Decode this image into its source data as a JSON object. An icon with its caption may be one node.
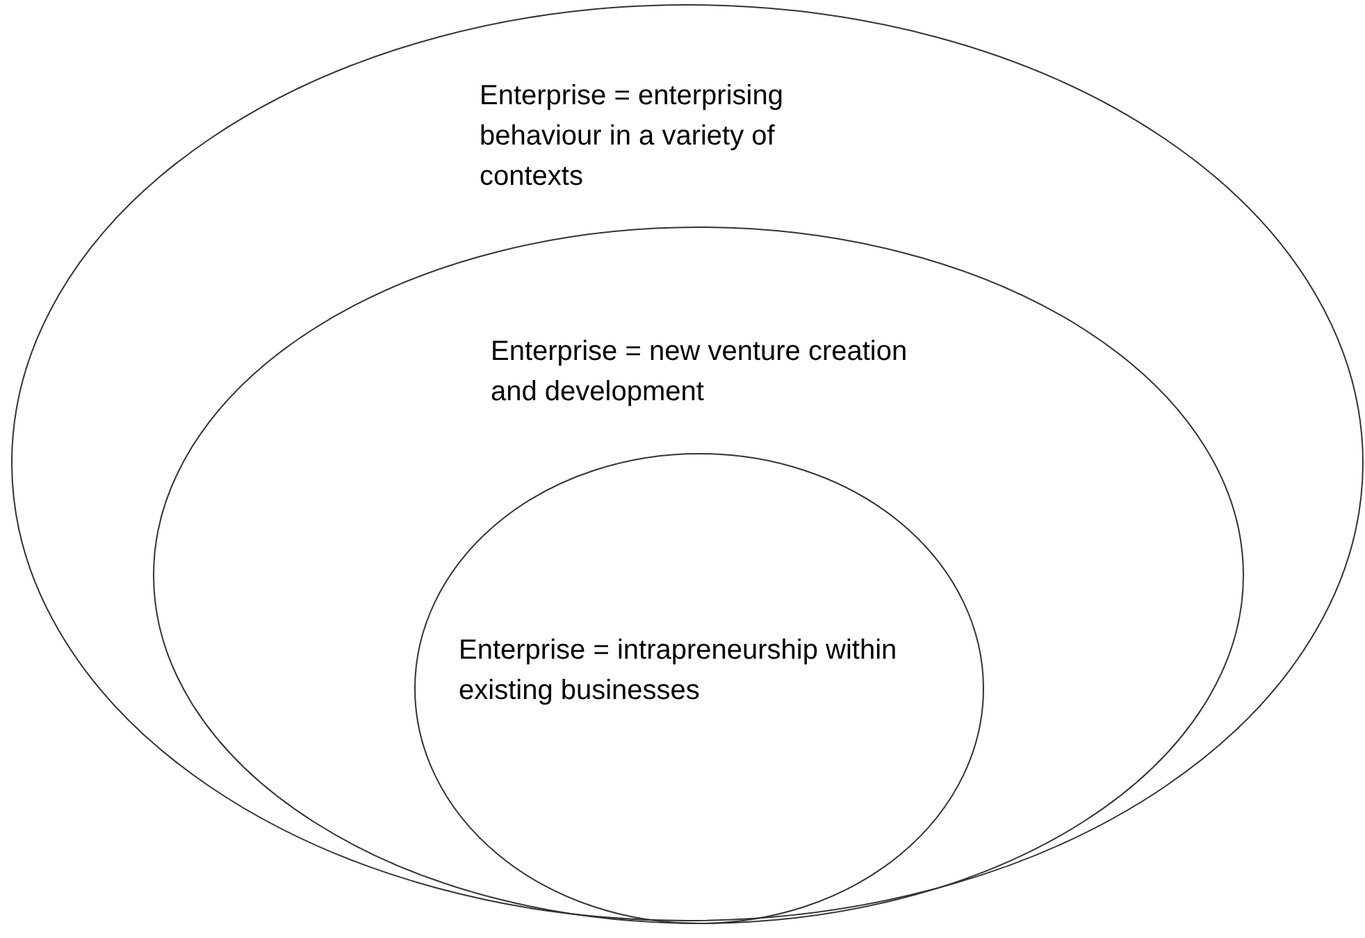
{
  "diagram": {
    "nodes": [
      {
        "text": [
          "Enterprise = enterprising behaviour in a variety of contexts"
        ]
      },
      {
        "text": [
          "Enterprise = new venture creation and development"
        ],
        "in": 0
      },
      {
        "text": [
          "Enterprise = intrapreneurship within existing businesses"
        ],
        "in": 1
      }
    ]
  }
}
